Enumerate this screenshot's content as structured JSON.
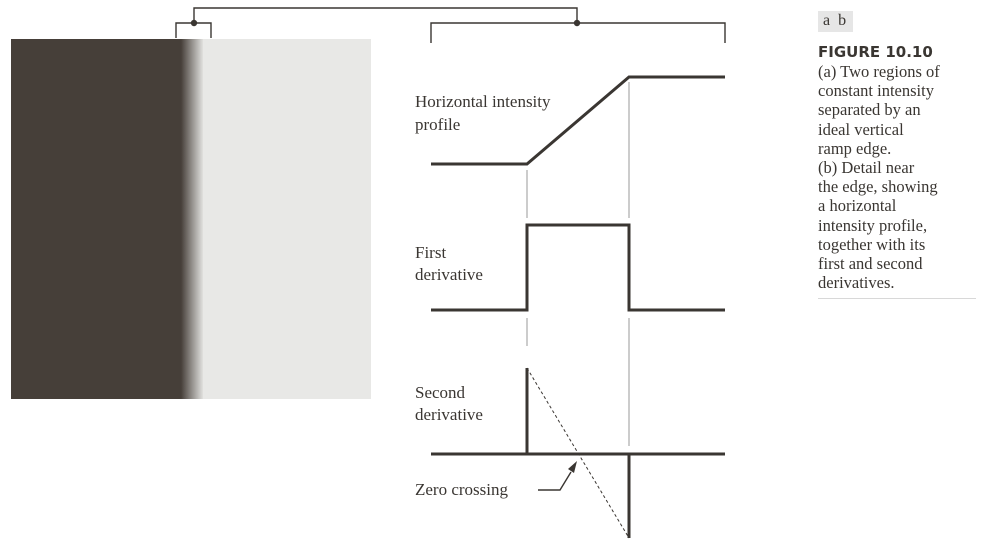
{
  "panel_labels": "a b",
  "caption": {
    "title": "FIGURE 10.10",
    "body": "(a) Two regions of\nconstant intensity\nseparated by an\nideal vertical\nramp edge.\n(b) Detail near\nthe edge, showing\na horizontal\nintensity profile,\ntogether with its\nfirst and second\nderivatives."
  },
  "plot_labels": {
    "profile_line1": "Horizontal intensity",
    "profile_line2": "profile",
    "first_line1": "First",
    "first_line2": "derivative",
    "second_line1": "Second",
    "second_line2": "derivative",
    "zero_crossing": "Zero crossing"
  },
  "colors": {
    "dark_region": "#463f39",
    "light_region": "#e8e8e6",
    "ink": "#3a3632",
    "guide": "#9a9a9a"
  }
}
